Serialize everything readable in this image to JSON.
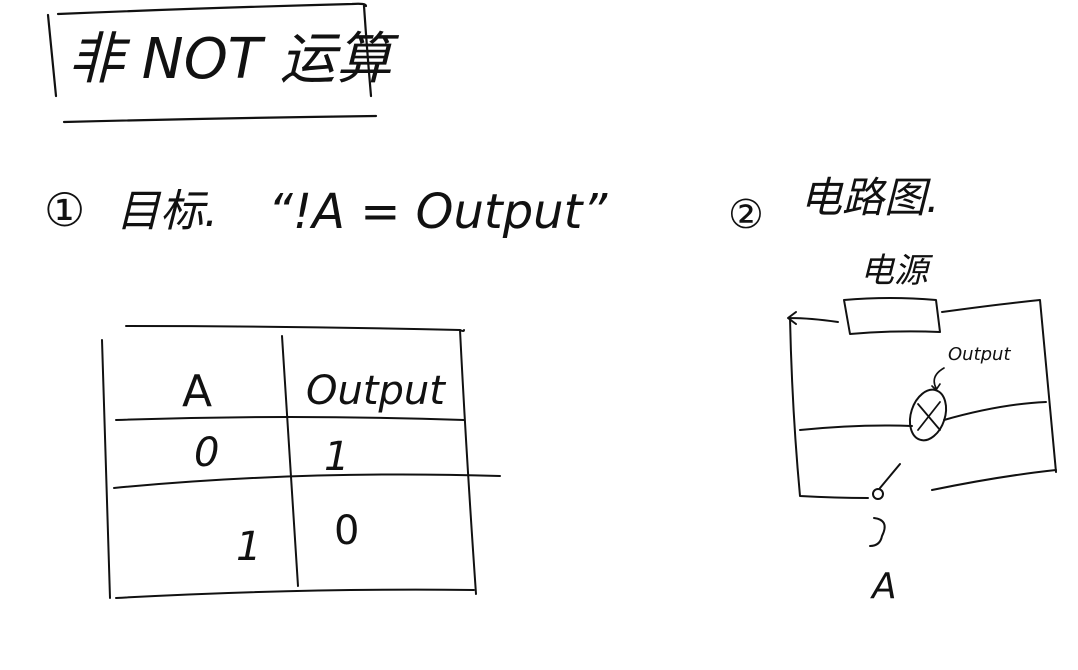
{
  "title": {
    "text": "非 NOT 运算"
  },
  "section1": {
    "marker": "①",
    "label": "目标.",
    "expression": "“!A = Output”"
  },
  "truth_table": {
    "headers": [
      "A",
      "Output"
    ],
    "rows": [
      [
        "0",
        "1"
      ],
      [
        "1",
        "0"
      ]
    ]
  },
  "section2": {
    "marker": "②",
    "label": "电路图.",
    "power_label": "电源",
    "output_label": "Output",
    "switch_label": "A"
  },
  "ink_color": "#111111",
  "background_color": "#ffffff"
}
